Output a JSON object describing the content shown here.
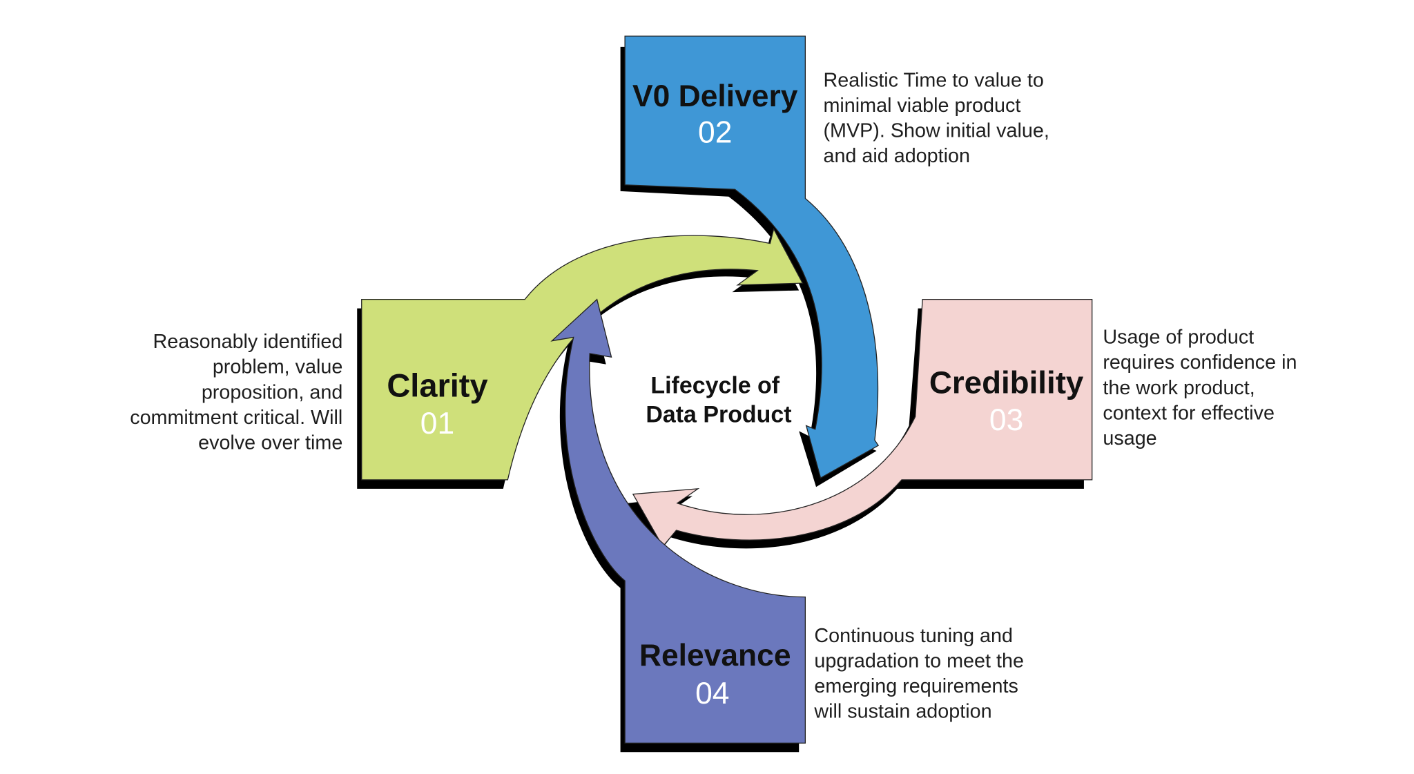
{
  "center": {
    "line1": "Lifecycle of",
    "line2": "Data Product"
  },
  "stages": [
    {
      "number": "01",
      "title": "Clarity",
      "color": "#cfe07a",
      "description": "Reasonably identified\nproblem, value\nproposition, and\ncommitment critical. Will\nevolve over time"
    },
    {
      "number": "02",
      "title": "V0 Delivery",
      "color": "#3f97d6",
      "description": "Realistic Time to value to\nminimal viable product\n(MVP). Show initial value,\nand aid adoption"
    },
    {
      "number": "03",
      "title": "Credibility",
      "color": "#f4d4d2",
      "description": "Usage of product\nrequires confidence in\nthe work product,\ncontext for effective\nusage"
    },
    {
      "number": "04",
      "title": "Relevance",
      "color": "#6b78bd",
      "description": "Continuous tuning and\nupgradation to meet the\nemerging requirements\nwill sustain adoption"
    }
  ],
  "colors": {
    "shadow": "#000000",
    "title_text": "#111111",
    "number_text": "#ffffff",
    "outline": "#222222"
  }
}
